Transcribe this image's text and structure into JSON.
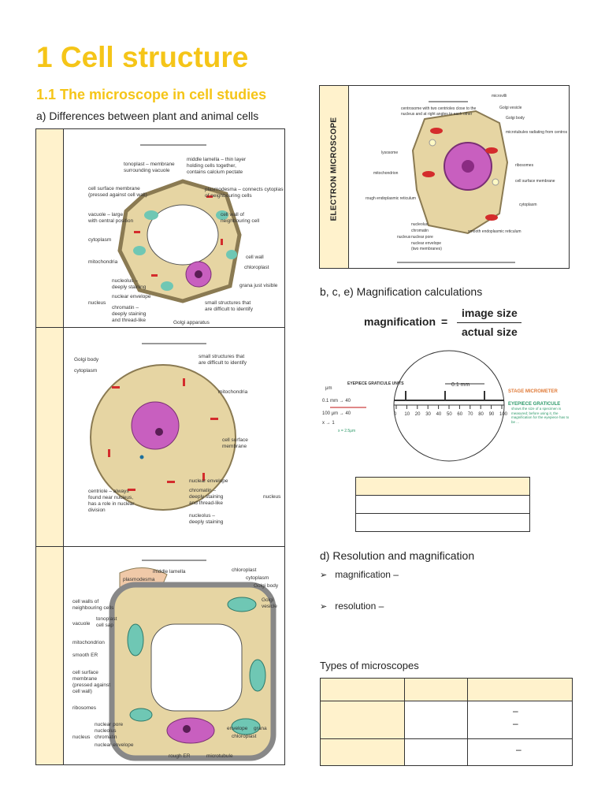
{
  "header": {
    "title": "1 Cell structure",
    "subtitle": "1.1 The microscope in cell studies"
  },
  "section_a": {
    "heading": "a) Differences between plant and animal cells",
    "plant_labels": [
      "tonoplast – membrane surrounding vacuole",
      "middle lamella – thin layer holding cells together, contains calcium pectate",
      "cell surface membrane (pressed against cell wall)",
      "plasmodesma – connects cytoplasm of neighbouring cells",
      "vacuole – large with central position",
      "cell wall of neighbouring cell",
      "cytoplasm",
      "cell wall",
      "mitochondria",
      "chloroplast",
      "nucleolus – deeply staining",
      "grana just visible",
      "nuclear envelope",
      "nucleus",
      "chromatin – deeply staining and thread-like",
      "small structures that are difficult to identify",
      "Golgi apparatus"
    ],
    "animal_labels": [
      "Golgi body",
      "small structures that are difficult to identify",
      "cytoplasm",
      "mitochondria",
      "cell surface membrane",
      "nuclear envelope",
      "chromatin – deeply staining and thread-like",
      "nucleus",
      "centriole – always found near nucleus, has a role in nuclear division",
      "nucleolus – deeply staining"
    ],
    "em_plant_labels": [
      "middle lamella",
      "chloroplast",
      "plasmodesma",
      "cytoplasm",
      "Golgi body",
      "cell walls of neighbouring cells",
      "Golgi vesicle",
      "vacuole",
      "tonoplast",
      "cell sap",
      "mitochondrion",
      "smooth ER",
      "cell surface membrane (pressed against cell wall)",
      "ribosomes",
      "nuclear pore",
      "nucleolus",
      "nucleus",
      "chromatin",
      "nuclear envelope",
      "envelope",
      "grana",
      "chloroplast",
      "rough ER",
      "microtubule"
    ]
  },
  "electron": {
    "side_label": "ELECTRON MICROSCOPE",
    "labels": [
      "microvilli",
      "centrosome with two centrioles close to the nucleus and at right angles to each other",
      "Golgi vesicle",
      "Golgi body",
      "microtubules radiating from centrosome",
      "lysosome",
      "ribosomes",
      "mitochondrion",
      "cell surface membrane",
      "rough endoplasmic reticulum",
      "cytoplasm",
      "nucleolus",
      "chromatin",
      "nucleus",
      "nuclear pore",
      "nuclear envelope (two membranes)",
      "smooth endoplasmic reticulum"
    ]
  },
  "section_b": {
    "heading": "b, c, e) Magnification calculations",
    "formula_label": "magnification",
    "equals": "=",
    "numerator": "image size",
    "denominator": "actual size",
    "graticule": {
      "left_unit": "μm",
      "left_header": "EYEPIECE GRATICULE UNITS",
      "rows": [
        "0.1 mm → 40",
        "100 μm → 40",
        "x → 1"
      ],
      "result": "x = 2.5μm",
      "scale_label": "0.1 mm",
      "ticks": [
        "0",
        "10",
        "20",
        "30",
        "40",
        "50",
        "60",
        "70",
        "80",
        "90",
        "100"
      ],
      "stage_label": "STAGE MICROMETER",
      "eyepiece_label": "EYEPIECE GRATICULE",
      "eyepiece_notes": "shows the size of a specimen is measured; before using it, the magnification for the eyepiece has to be ..."
    }
  },
  "section_d": {
    "heading": "d) Resolution and magnification",
    "bullets": [
      "magnification –",
      "resolution –"
    ]
  },
  "types": {
    "heading": "Types of microscopes",
    "rows": [
      [
        "",
        "",
        ""
      ],
      [
        "",
        "",
        "–\n–"
      ],
      [
        "",
        "",
        "–"
      ]
    ]
  },
  "colors": {
    "accent": "#f5c518",
    "cream": "#fff2cc",
    "cell_fill": "#e6d5a3",
    "chloroplast": "#6fc7b4",
    "nucleus": "#c85fbf",
    "mito": "#d42c2c"
  }
}
